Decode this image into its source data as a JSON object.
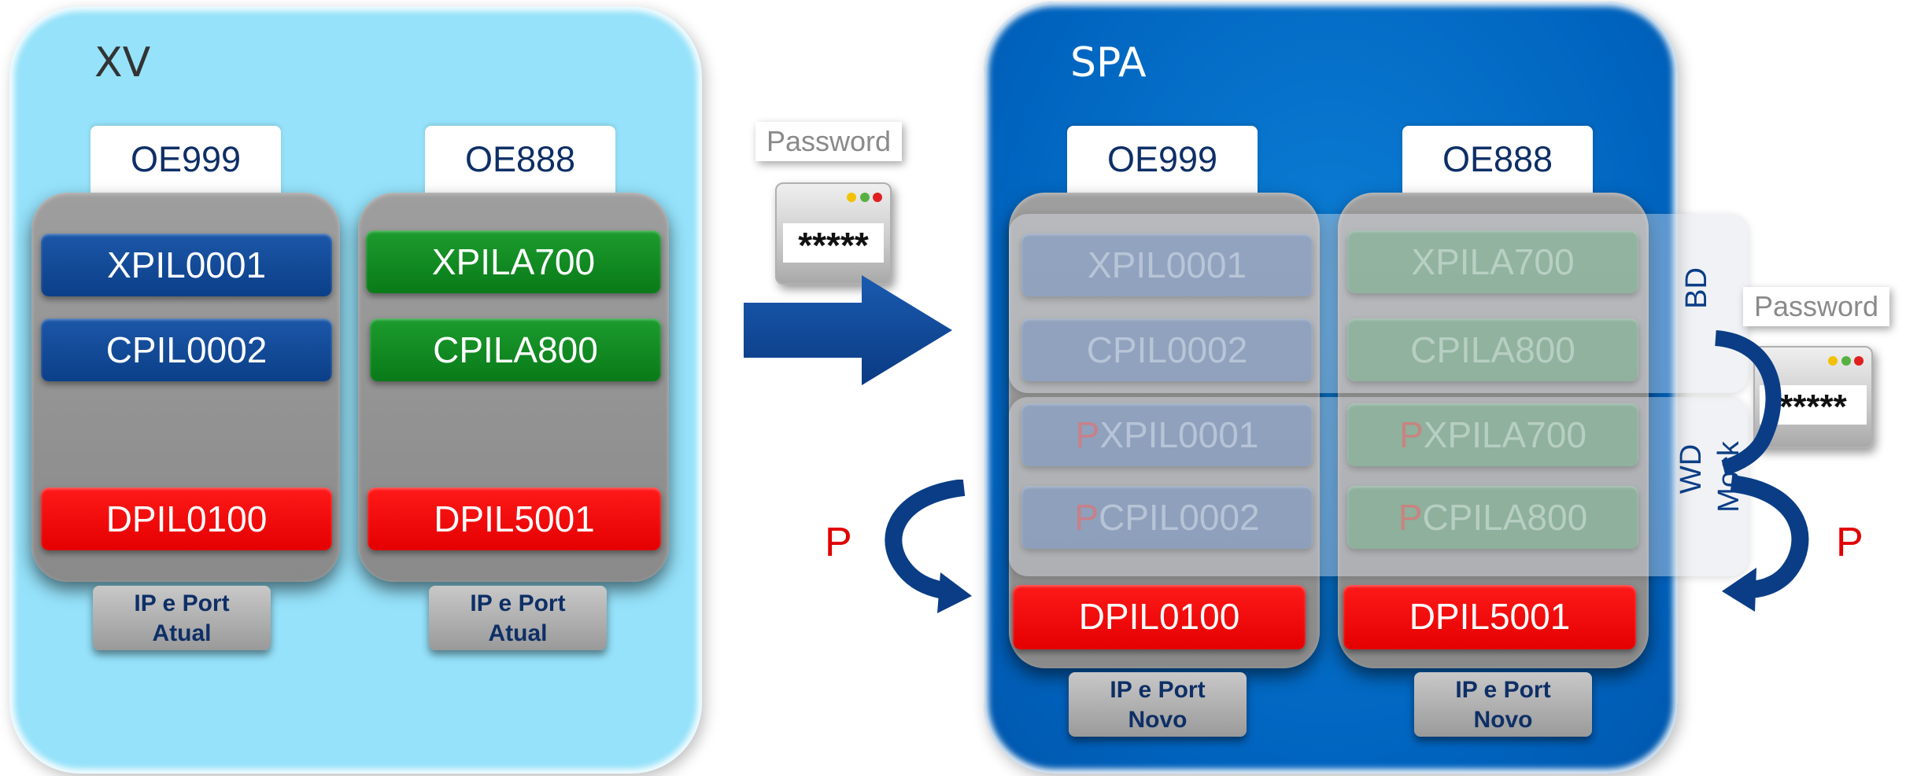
{
  "xv": {
    "title": "XV",
    "groups": [
      {
        "tab": "OE999",
        "modules": [
          "XPIL0001",
          "CPIL0002"
        ],
        "db": "DPIL0100",
        "ip": [
          "IP e Port",
          "Atual"
        ]
      },
      {
        "tab": "OE888",
        "modules": [
          "XPILA700",
          "CPILA800"
        ],
        "db": "DPIL5001",
        "ip": [
          "IP e Port",
          "Atual"
        ]
      }
    ]
  },
  "spa": {
    "title": "SPA",
    "groups": [
      {
        "tab": "OE999",
        "modules": [
          "XPIL0001",
          "CPIL0002"
        ],
        "p_modules": [
          {
            "prefix": "P",
            "name": "XPIL0001"
          },
          {
            "prefix": "P",
            "name": "CPIL0002"
          }
        ],
        "db": "DPIL0100",
        "ip": [
          "IP e Port",
          "Novo"
        ]
      },
      {
        "tab": "OE888",
        "modules": [
          "XPILA700",
          "CPILA800"
        ],
        "p_modules": [
          {
            "prefix": "P",
            "name": "XPILA700"
          },
          {
            "prefix": "P",
            "name": "CPILA800"
          }
        ],
        "db": "DPIL5001",
        "ip": [
          "IP e Port",
          "Novo"
        ]
      }
    ],
    "band_labels": {
      "bd": "BD",
      "wd": "WD",
      "mock": "Mock"
    }
  },
  "password": {
    "label": "Password",
    "mask": "*****"
  },
  "cycle_letter": "P",
  "colors": {
    "xv_panel": "#95e2fa",
    "spa_panel": "#0064bf",
    "blue_module": "#0b3f88",
    "green_module": "#097a18",
    "red_module": "#ff0000",
    "arrow": "#0a3d86"
  }
}
